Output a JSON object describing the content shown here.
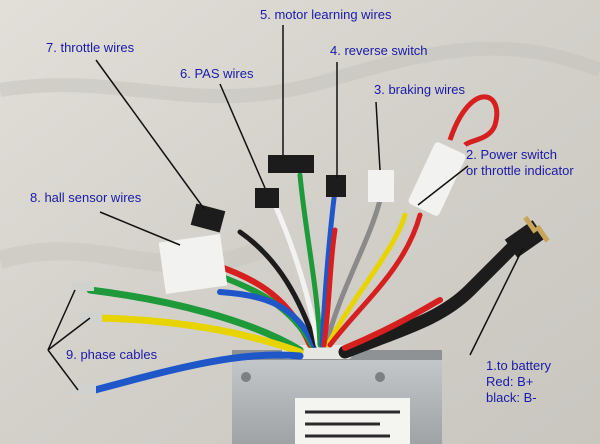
{
  "labels": {
    "motor_learning": "5. motor learning wires",
    "reverse_switch": "4. reverse switch",
    "throttle": "7. throttle wires",
    "pas": "6. PAS wires",
    "braking": "3. braking wires",
    "power_switch_line1": "2. Power switch",
    "power_switch_line2": "or throttle indicator",
    "hall_sensor": "8. hall sensor wires",
    "phase_cables": "9. phase cables",
    "battery_line1": "1.to battery",
    "battery_line2": "Red: B+",
    "battery_line3": "black: B-"
  },
  "colors": {
    "label_text": "#1a1aa6",
    "pointer_line": "#111111",
    "wire_red": "#d61f1f",
    "wire_yellow": "#e8d400",
    "wire_green": "#1e9a3a",
    "wire_blue": "#1f57c9",
    "wire_black": "#1c1c1c",
    "wire_white": "#f2f2f2",
    "wire_grey": "#8a8a8a",
    "controller_body": "#b8bcbf"
  }
}
